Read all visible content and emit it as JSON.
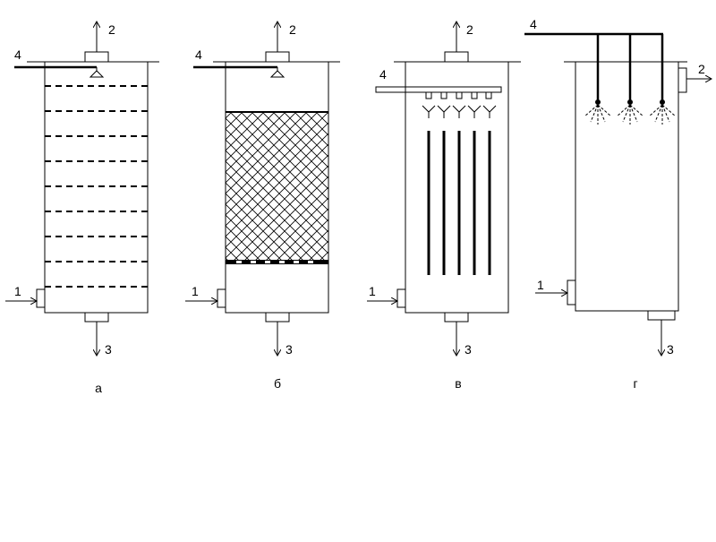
{
  "figure": {
    "panels": [
      {
        "id": "a",
        "caption": "а",
        "type": "tray-column"
      },
      {
        "id": "b",
        "caption": "б",
        "type": "packed-column"
      },
      {
        "id": "c",
        "caption": "в",
        "type": "film-column"
      },
      {
        "id": "d",
        "caption": "г",
        "type": "spray-column"
      }
    ],
    "stream_labels": {
      "inlet": "1",
      "top_outlet": "2",
      "bottom_outlet": "3",
      "feed": "4"
    }
  }
}
